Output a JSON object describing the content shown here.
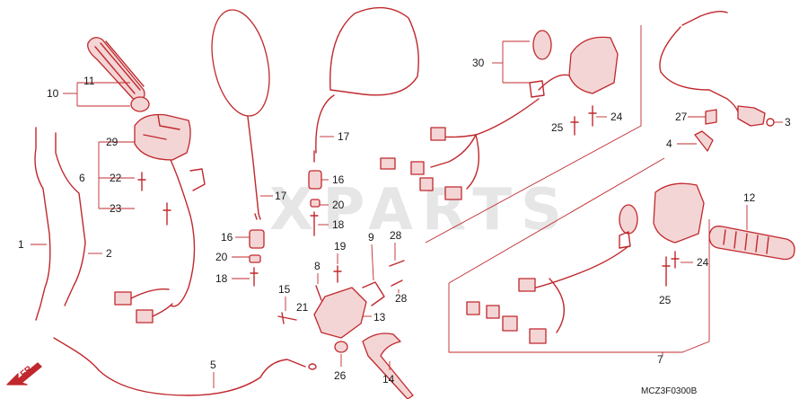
{
  "watermark": "XPARTS",
  "diagram_code": "MCZ3F0300B",
  "direction_label": "FR.",
  "callouts": {
    "c1": "1",
    "c2": "2",
    "c3": "3",
    "c4": "4",
    "c5": "5",
    "c6": "6",
    "c7": "7",
    "c8": "8",
    "c9": "9",
    "c10": "10",
    "c11": "11",
    "c12": "12",
    "c13": "13",
    "c14": "14",
    "c15": "15",
    "c16a": "16",
    "c16b": "16",
    "c17a": "17",
    "c17b": "17",
    "c18a": "18",
    "c18b": "18",
    "c19": "19",
    "c20a": "20",
    "c20b": "20",
    "c21": "21",
    "c22": "22",
    "c23": "23",
    "c24a": "24",
    "c24b": "24",
    "c25a": "25",
    "c25b": "25",
    "c26": "26",
    "c27": "27",
    "c28a": "28",
    "c28b": "28",
    "c29": "29",
    "c30": "30"
  }
}
